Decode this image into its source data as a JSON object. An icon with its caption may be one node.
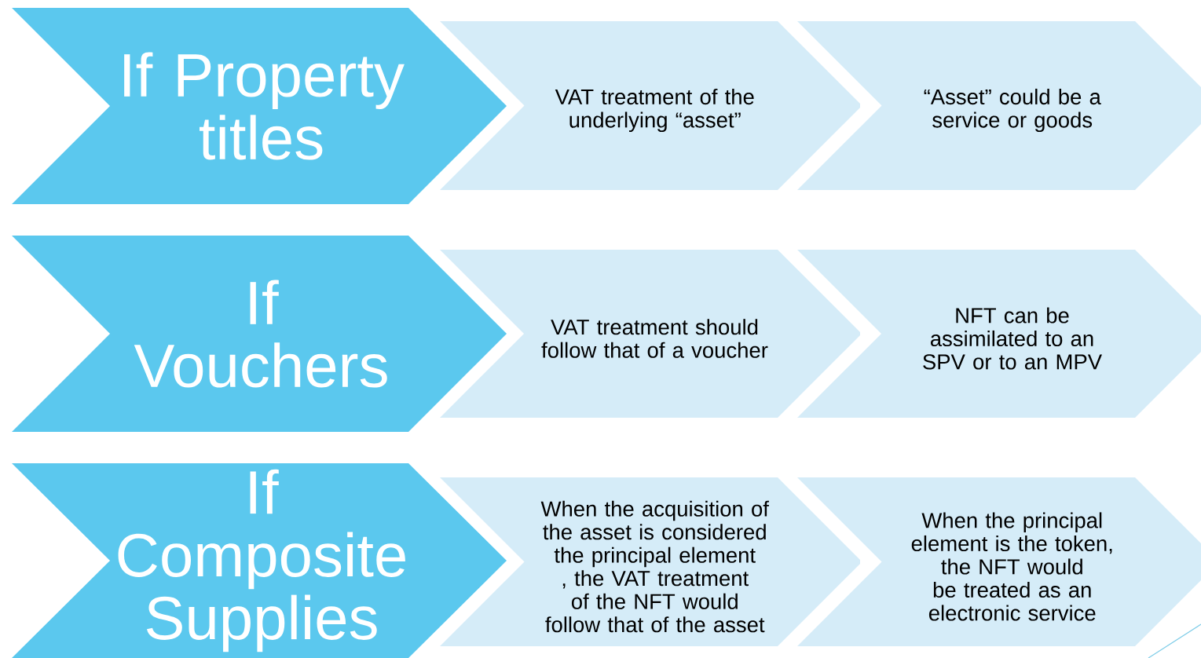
{
  "diagram": {
    "nodes": [
      {
        "text": [
          "If Property titles"
        ]
      },
      {
        "text": [
          "VAT treatment of the underlying “asset”"
        ]
      },
      {
        "text": [
          "“Asset” could be a service or goods"
        ]
      },
      {
        "text": [
          "If Vouchers"
        ]
      },
      {
        "text": [
          "VAT treatment should follow that of a voucher"
        ]
      },
      {
        "text": [
          "NFT can be assimilated to an SPV or to an MPV"
        ]
      },
      {
        "text": [
          "If Composite Supplies"
        ]
      },
      {
        "text": [
          "When the acquisition of the asset is considered the principal element , the VAT treatment of the NFT would follow that of the asset"
        ]
      },
      {
        "text": [
          "When the principal element is the token, the NFT would be treated as an electronic service"
        ]
      }
    ]
  }
}
